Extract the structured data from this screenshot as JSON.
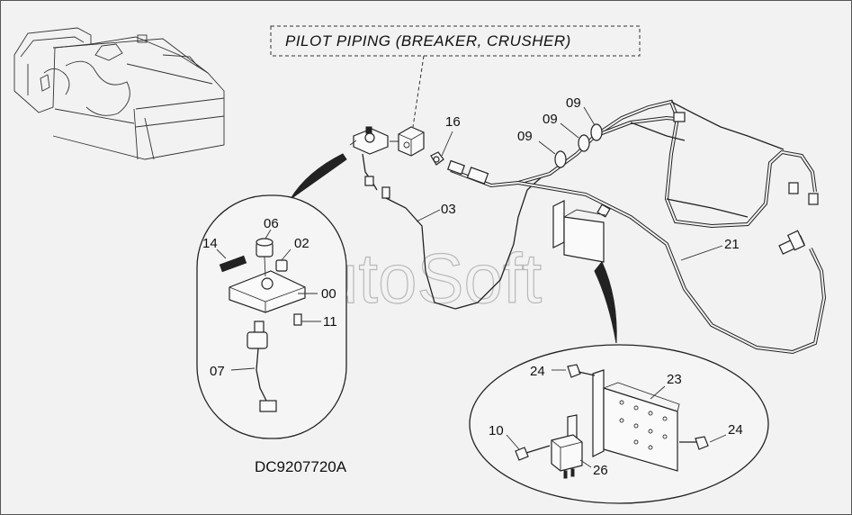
{
  "title": "PILOT PIPING (BREAKER, CRUSHER)",
  "drawing_code": "DC9207720A",
  "watermark": "AutoSoft",
  "part_labels": {
    "p16": "16",
    "p09a": "09",
    "p09b": "09",
    "p09c": "09",
    "p03": "03",
    "p21": "21",
    "p06": "06",
    "p14": "14",
    "p02": "02",
    "p00": "00",
    "p11": "11",
    "p07": "07",
    "p24a": "24",
    "p23": "23",
    "p10": "10",
    "p24b": "24",
    "p26": "26"
  }
}
